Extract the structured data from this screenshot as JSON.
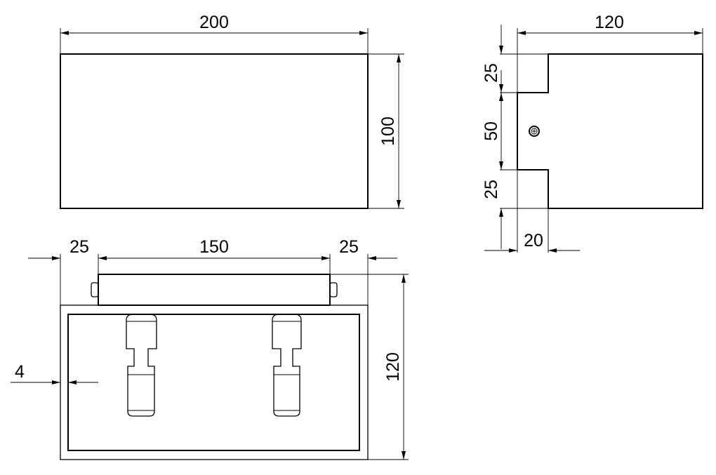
{
  "drawing": {
    "front_view": {
      "width_label": "200",
      "height_label": "100"
    },
    "side_view": {
      "depth_label": "120",
      "top_label": "25",
      "middle_label": "50",
      "bottom_label": "25",
      "bracket_label": "20"
    },
    "bottom_view": {
      "left_label": "25",
      "center_label": "150",
      "right_label": "25",
      "height_label": "120",
      "wall_label": "4"
    }
  }
}
